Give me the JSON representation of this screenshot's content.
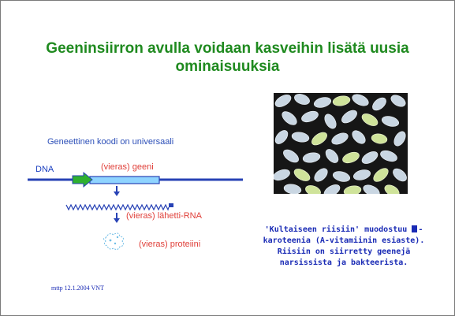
{
  "title": "Geeninsiirron avulla voidaan kasveihin lisätä uusia ominaisuuksia",
  "diagram": {
    "subtitle": "Geneettinen koodi on universaali",
    "dna_label": "DNA",
    "gene_label": "(vieras) geeni",
    "mrna_label": "(vieras) lähetti-RNA",
    "protein_label": "(vieras) proteiini"
  },
  "caption": {
    "line1_pre": "'Kultaiseen riisiin' muodostuu",
    "line1_post": "-",
    "line2": "karoteenia (A-vitamiinin esiaste).",
    "line3": "Riisiin on siirretty geenejä",
    "line4": "narsissista ja bakteerista."
  },
  "footer": "mttp 12.1.2004 VNT",
  "colors": {
    "title_green": "#1f8a1f",
    "label_red": "#e0403a",
    "text_blue": "#1a2bb5"
  }
}
